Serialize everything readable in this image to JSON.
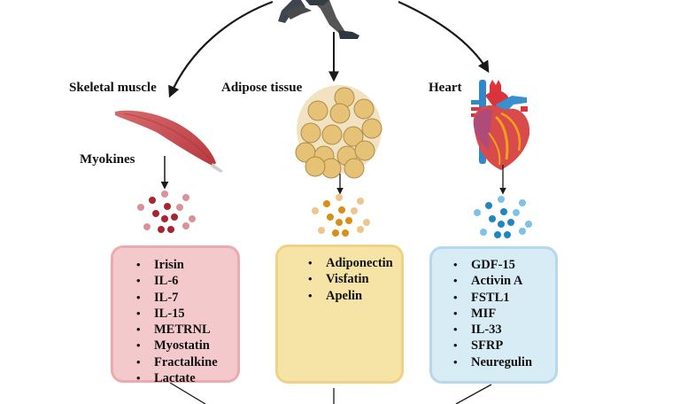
{
  "diagram": {
    "title_source": "Exercise (runner)",
    "organs": [
      {
        "id": "muscle",
        "label": "Skeletal muscle",
        "secretion_label": "Myokines",
        "box_color": "#f3c9cc",
        "box_border": "#ecaab0",
        "dot_color_light": "#d9919a",
        "dot_color_dark": "#a8242f",
        "items": [
          "Irisin",
          "IL-6",
          "IL-7",
          "IL-15",
          "METRNL",
          "Myostatin",
          "Fractalkine",
          "Lactate"
        ]
      },
      {
        "id": "adipose",
        "label": "Adipose tissue",
        "box_color": "#f6e4a6",
        "box_border": "#f0d287",
        "dot_color_light": "#eec58a",
        "dot_color_dark": "#d88f14",
        "items": [
          "Adiponectin",
          "Visfatin",
          "Apelin"
        ]
      },
      {
        "id": "heart",
        "label": "Heart",
        "box_color": "#d8ecf6",
        "box_border": "#b5d8ef",
        "dot_color_light": "#7cc3e6",
        "dot_color_dark": "#1f86c0",
        "items": [
          "GDF-15",
          "Activin A",
          "FSTL1",
          "MIF",
          "IL-33",
          "SFRP",
          "Neuregulin"
        ]
      }
    ]
  }
}
